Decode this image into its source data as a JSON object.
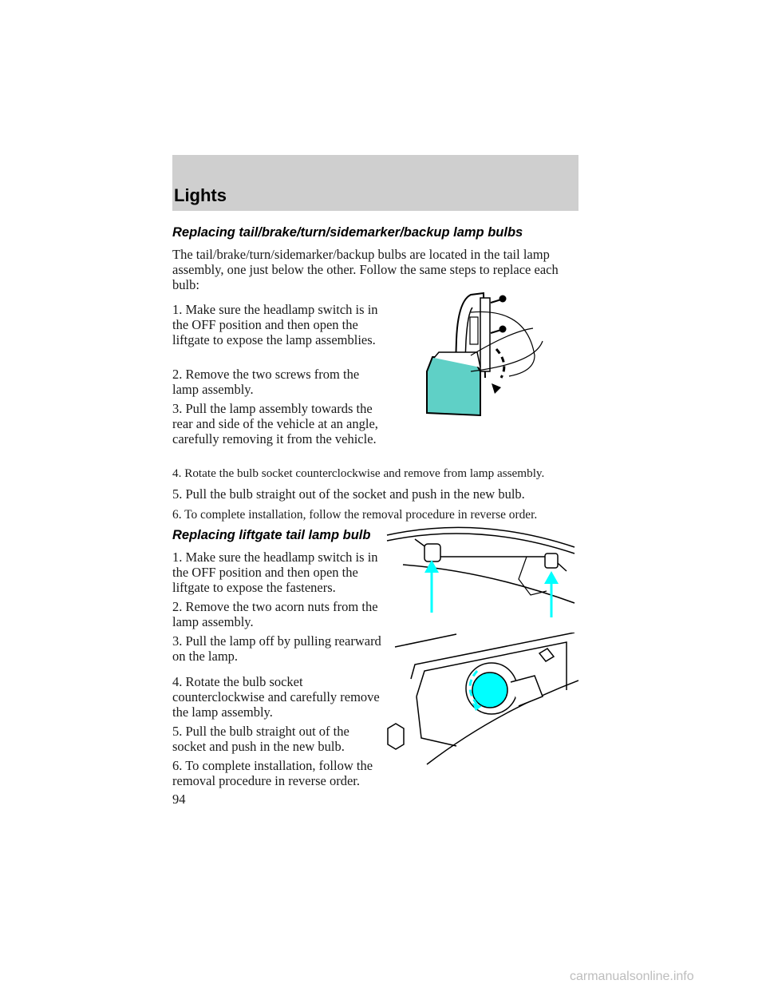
{
  "header": {
    "title": "Lights"
  },
  "section1": {
    "title": "Replacing tail/brake/turn/sidemarker/backup lamp bulbs",
    "intro": "The tail/brake/turn/sidemarker/backup bulbs are located in the tail lamp assembly, one just below the other. Follow the same steps to replace each bulb:",
    "steps": [
      "1. Make sure the headlamp switch is in the OFF position and then open the liftgate to expose the lamp assemblies.",
      "2. Remove the two screws from the lamp assembly.",
      "3. Pull the lamp assembly towards the rear and side of the vehicle at an angle, carefully removing it from the vehicle.",
      "4. Rotate the bulb socket counterclockwise and remove from lamp assembly.",
      "5. Pull the bulb straight out of the socket and push in the new bulb.",
      "6. To complete installation, follow the removal procedure in reverse order."
    ]
  },
  "section2": {
    "title": "Replacing liftgate tail lamp bulb",
    "steps": [
      "1. Make sure the headlamp switch is in the OFF position and then open the liftgate to expose the fasteners.",
      "2. Remove the two acorn nuts from the lamp assembly.",
      "3. Pull the lamp off by pulling rearward on the lamp.",
      "4. Rotate the bulb socket counterclockwise and carefully remove the lamp assembly.",
      "5. Pull the bulb straight out of the socket and push in the new bulb.",
      "6. To complete installation, follow the removal procedure in reverse order."
    ]
  },
  "footer": {
    "page_number": "94",
    "watermark": "carmanualsonline.info"
  },
  "colors": {
    "header_band": "#cfcfcf",
    "arrow_cyan": "#00ffff",
    "lens_teal": "#5fd0c6"
  }
}
